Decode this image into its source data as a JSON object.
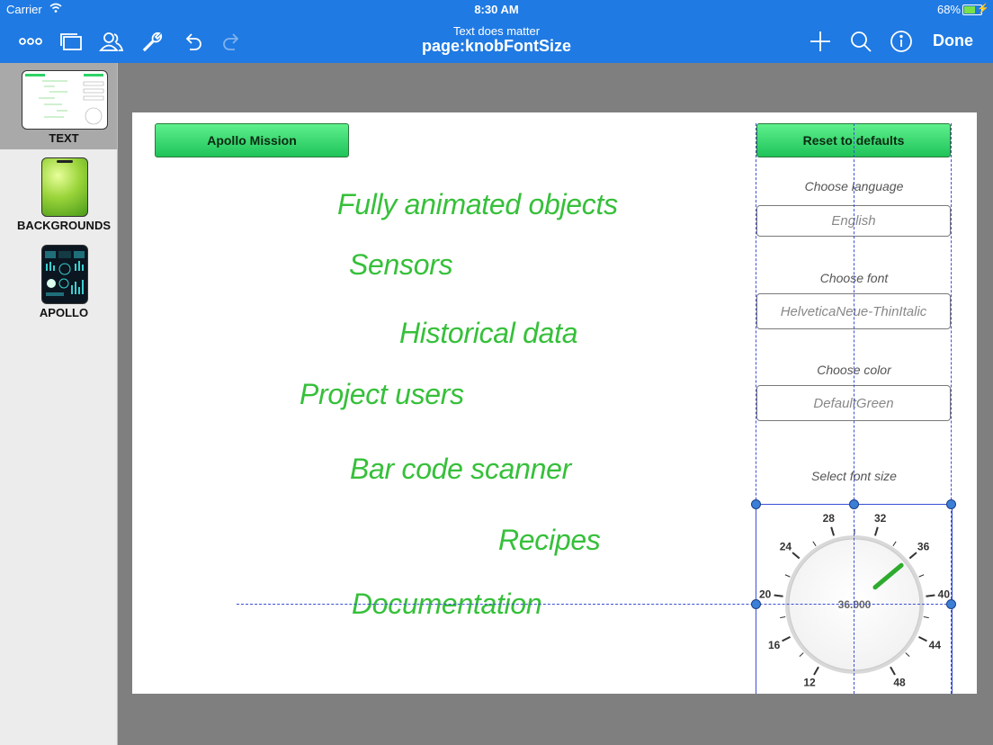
{
  "status_bar": {
    "carrier": "Carrier",
    "time": "8:30 AM",
    "battery_percent": "68%",
    "battery_level": 0.68
  },
  "toolbar": {
    "title": "Text does matter",
    "subtitle": "page:knobFontSize",
    "done_label": "Done",
    "icons": [
      "more-icon",
      "pages-icon",
      "users-icon",
      "wrench-icon",
      "undo-icon",
      "redo-icon",
      "add-icon",
      "search-icon",
      "info-icon"
    ]
  },
  "sidebar": {
    "items": [
      {
        "label": "TEXT",
        "selected": true
      },
      {
        "label": "BACKGROUNDS",
        "selected": false
      },
      {
        "label": "APOLLO",
        "selected": false
      }
    ]
  },
  "canvas": {
    "apollo_button": "Apollo Mission",
    "reset_button": "Reset to defaults",
    "features": [
      "Fully animated objects",
      "Sensors",
      "Historical data",
      "Project users",
      "Bar code scanner",
      "Recipes",
      "Documentation"
    ],
    "language_label": "Choose language",
    "language_value": "English",
    "font_label": "Choose font",
    "font_value": "HelveticaNeue-ThinItalic",
    "color_label": "Choose color",
    "color_value": "DefaultGreen",
    "size_label": "Select font size",
    "knob": {
      "value": "36.000",
      "ticks": [
        "12",
        "16",
        "20",
        "24",
        "28",
        "32",
        "36",
        "40",
        "44",
        "48"
      ]
    }
  },
  "colors": {
    "accent": "#1f7ae3",
    "feature_text": "#36c03a",
    "button_green": "#2ed366",
    "guide": "#3b4fd6"
  }
}
